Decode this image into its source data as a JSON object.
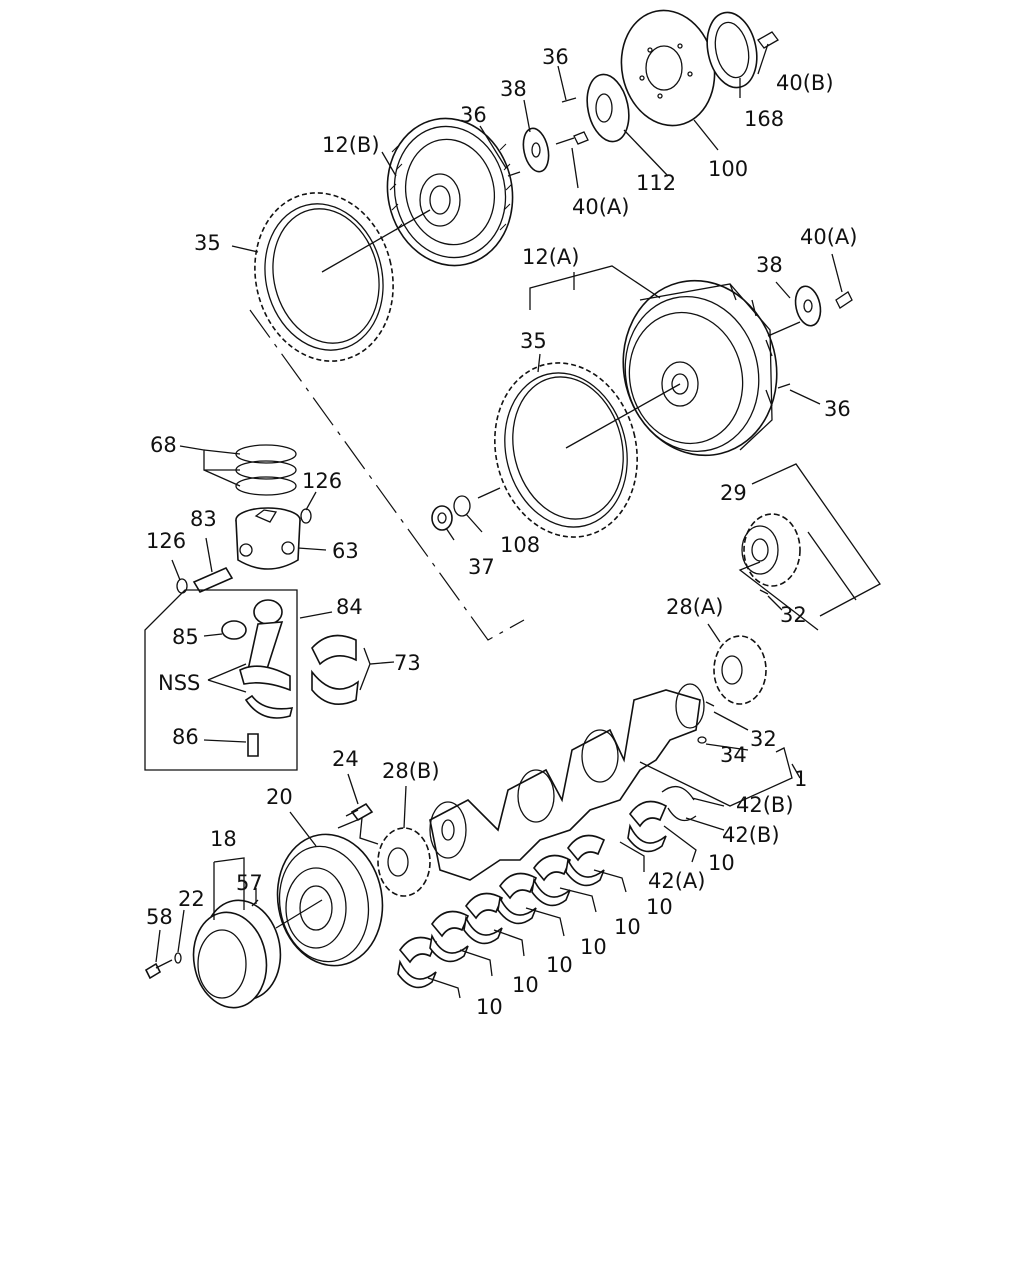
{
  "diagram": {
    "type": "exploded parts diagram",
    "callouts": {
      "p36_top": "36",
      "p40b": "40(B)",
      "p38_top": "38",
      "p36_mid": "36",
      "p168": "168",
      "p12b": "12(B)",
      "p112": "112",
      "p100": "100",
      "p40a_top": "40(A)",
      "p35_top": "35",
      "p12a": "12(A)",
      "p40a_right": "40(A)",
      "p38_right": "38",
      "p35_mid": "35",
      "p36_right": "36",
      "p68": "68",
      "p126_r": "126",
      "p83": "83",
      "p126_l": "126",
      "p63": "63",
      "p29": "29",
      "p108": "108",
      "p37": "37",
      "p32_top": "32",
      "p84": "84",
      "p28a": "28(A)",
      "p85": "85",
      "p73": "73",
      "pnss": "NSS",
      "p32_low": "32",
      "p86": "86",
      "p34": "34",
      "p24": "24",
      "p28b": "28(B)",
      "p1": "1",
      "p20": "20",
      "p42b_1": "42(B)",
      "p42b_2": "42(B)",
      "p18": "18",
      "p10_a": "10",
      "p57": "57",
      "p42a": "42(A)",
      "p22": "22",
      "p10_b": "10",
      "p58": "58",
      "p10_c": "10",
      "p10_d": "10",
      "p10_e": "10",
      "p10_f": "10",
      "p10_g": "10"
    }
  }
}
